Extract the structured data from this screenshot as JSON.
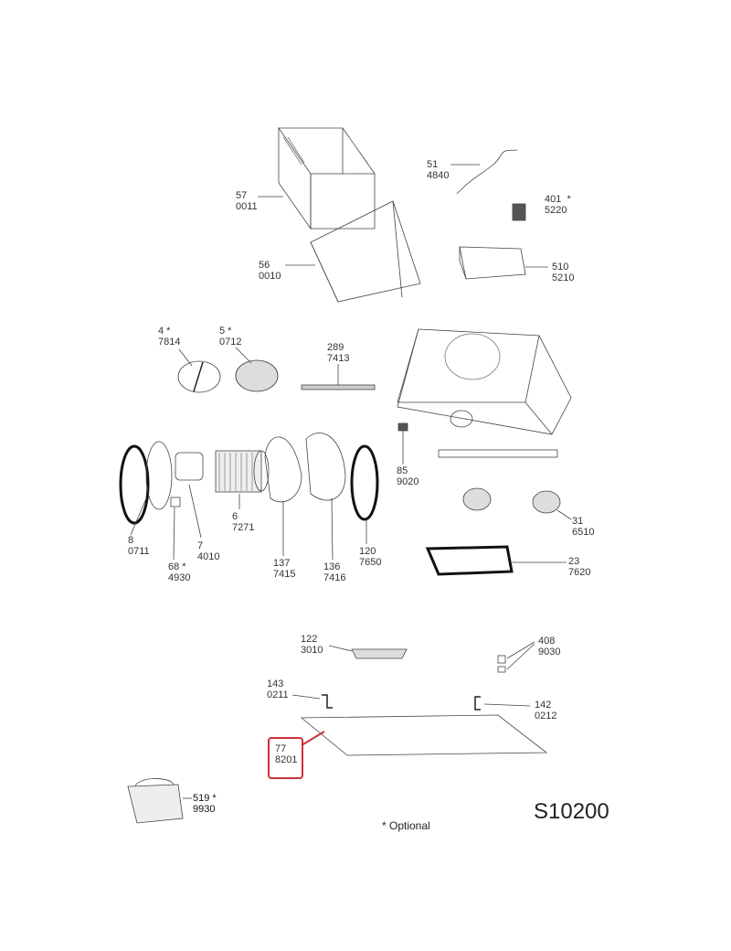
{
  "parts": [
    {
      "id": "57",
      "code": "0011",
      "optional": false
    },
    {
      "id": "51",
      "code": "4840",
      "optional": false
    },
    {
      "id": "401",
      "code": "5220",
      "optional": true
    },
    {
      "id": "56",
      "code": "0010",
      "optional": false
    },
    {
      "id": "510",
      "code": "5210",
      "optional": false
    },
    {
      "id": "4",
      "code": "7814",
      "optional": true
    },
    {
      "id": "5",
      "code": "0712",
      "optional": true
    },
    {
      "id": "289",
      "code": "7413",
      "optional": false
    },
    {
      "id": "85",
      "code": "9020",
      "optional": false
    },
    {
      "id": "31",
      "code": "6510",
      "optional": false
    },
    {
      "id": "8",
      "code": "0711",
      "optional": false
    },
    {
      "id": "7",
      "code": "4010",
      "optional": false
    },
    {
      "id": "68",
      "code": "4930",
      "optional": true
    },
    {
      "id": "6",
      "code": "7271",
      "optional": false
    },
    {
      "id": "137",
      "code": "7415",
      "optional": false
    },
    {
      "id": "136",
      "code": "7416",
      "optional": false
    },
    {
      "id": "120",
      "code": "7650",
      "optional": false
    },
    {
      "id": "23",
      "code": "7620",
      "optional": false
    },
    {
      "id": "122",
      "code": "3010",
      "optional": false
    },
    {
      "id": "408",
      "code": "9030",
      "optional": false
    },
    {
      "id": "143",
      "code": "0211",
      "optional": false
    },
    {
      "id": "142",
      "code": "0212",
      "optional": false
    },
    {
      "id": "77",
      "code": "8201",
      "optional": false,
      "highlighted": true
    },
    {
      "id": "519",
      "code": "9930",
      "optional": true
    }
  ],
  "legend": {
    "optional_note": "* Optional"
  },
  "model": "S10200",
  "highlight_color": "#c8323a"
}
